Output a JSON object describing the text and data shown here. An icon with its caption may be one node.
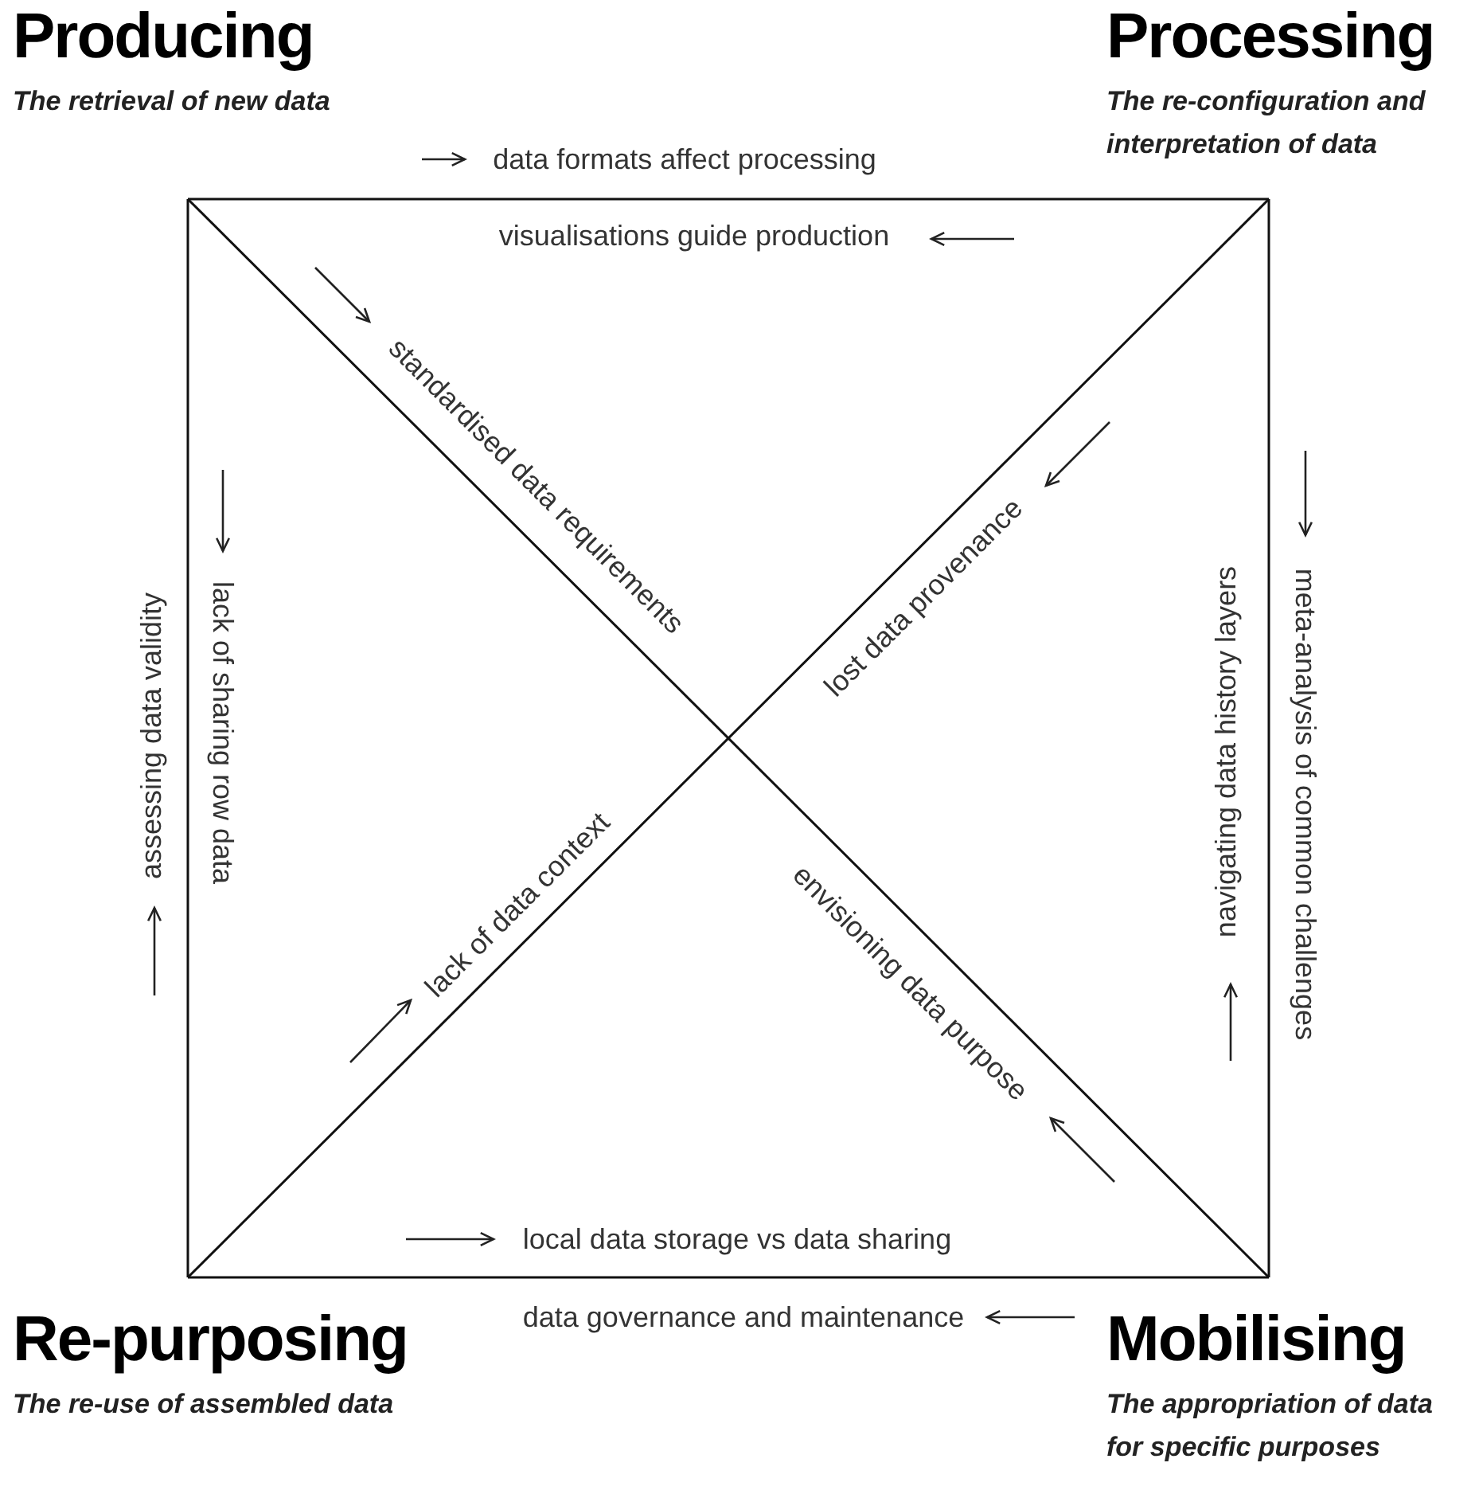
{
  "diagram": {
    "nodes": [
      {
        "text": [
          "Producing",
          "The retrieval of new data"
        ]
      },
      {
        "text": [
          "Processing",
          "The re-configuration and interpretation of data"
        ]
      },
      {
        "text": [
          "Re-purposing",
          "The re-use of assembled data"
        ]
      },
      {
        "text": [
          "Mobilising",
          "The appropriation of data for specific purposes"
        ]
      }
    ],
    "edges": [
      {
        "from": 0,
        "to": 1,
        "arrow": "none"
      },
      {
        "from": 0,
        "to": 2,
        "arrow": "none"
      },
      {
        "from": 1,
        "to": 3,
        "arrow": "none"
      },
      {
        "from": 2,
        "to": 3,
        "arrow": "none"
      },
      {
        "from": 0,
        "to": 3,
        "arrow": "none"
      },
      {
        "from": 1,
        "to": 2,
        "arrow": "none"
      }
    ],
    "labels": [
      "data formats affect processing",
      "visualisations guide production",
      "standardised data requirements",
      "lost data provenance",
      "meta-analysis of common challenges",
      "navigating data history layers",
      "assessing data validity",
      "lack of sharing row data",
      "lack of data context",
      "envisioning data purpose",
      "local data storage vs data sharing",
      "data governance and maintenance"
    ]
  }
}
